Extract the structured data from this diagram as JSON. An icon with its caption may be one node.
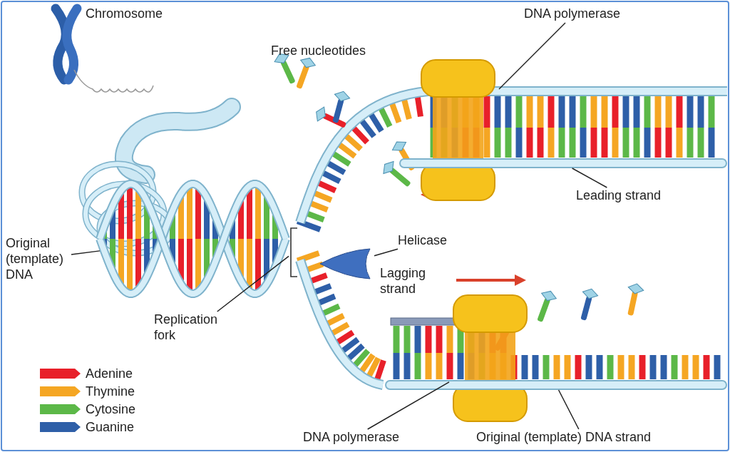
{
  "diagram": {
    "nodes": [
      {
        "text": [
          "DNA polymerase"
        ]
      },
      {
        "text": [],
        "shape": "picture"
      },
      {
        "text": [
          "Leading strand"
        ]
      },
      {
        "text": [],
        "shape": "bar"
      },
      {
        "text": [
          "Original (template) DNA"
        ]
      },
      {
        "text": [],
        "shape": "picture"
      },
      {
        "text": [
          "Helicase"
        ]
      },
      {
        "text": [],
        "shape": "picture"
      },
      {
        "text": [
          "Replication fork"
        ]
      },
      {
        "text": [],
        "shape": "picture"
      },
      {
        "text": [
          "DNA polymerase"
        ]
      },
      {
        "text": [],
        "shape": "picture"
      },
      {
        "text": [
          "Original (template) DNA strand"
        ]
      },
      {
        "text": [],
        "shape": "bar"
      }
    ],
    "edges": [
      {
        "from": 0,
        "to": 1,
        "arrow": "none"
      },
      {
        "from": 2,
        "to": 3,
        "arrow": "none"
      },
      {
        "from": 4,
        "to": 5,
        "arrow": "none"
      },
      {
        "from": 6,
        "to": 7,
        "arrow": "none"
      },
      {
        "from": 8,
        "to": 9,
        "arrow": "none"
      },
      {
        "from": 10,
        "to": 11,
        "arrow": "none"
      },
      {
        "from": 12,
        "to": 13,
        "arrow": "none"
      }
    ],
    "labels": [
      "Chromosome",
      "Free nucleotides",
      "Lagging strand"
    ],
    "legend": [
      {
        "text": "Adenine",
        "color": "#e8202a"
      },
      {
        "text": "Thymine",
        "color": "#f5a623"
      },
      {
        "text": "Cytosine",
        "color": "#5cb848"
      },
      {
        "text": "Guanine",
        "color": "#2e5fa8"
      }
    ]
  }
}
